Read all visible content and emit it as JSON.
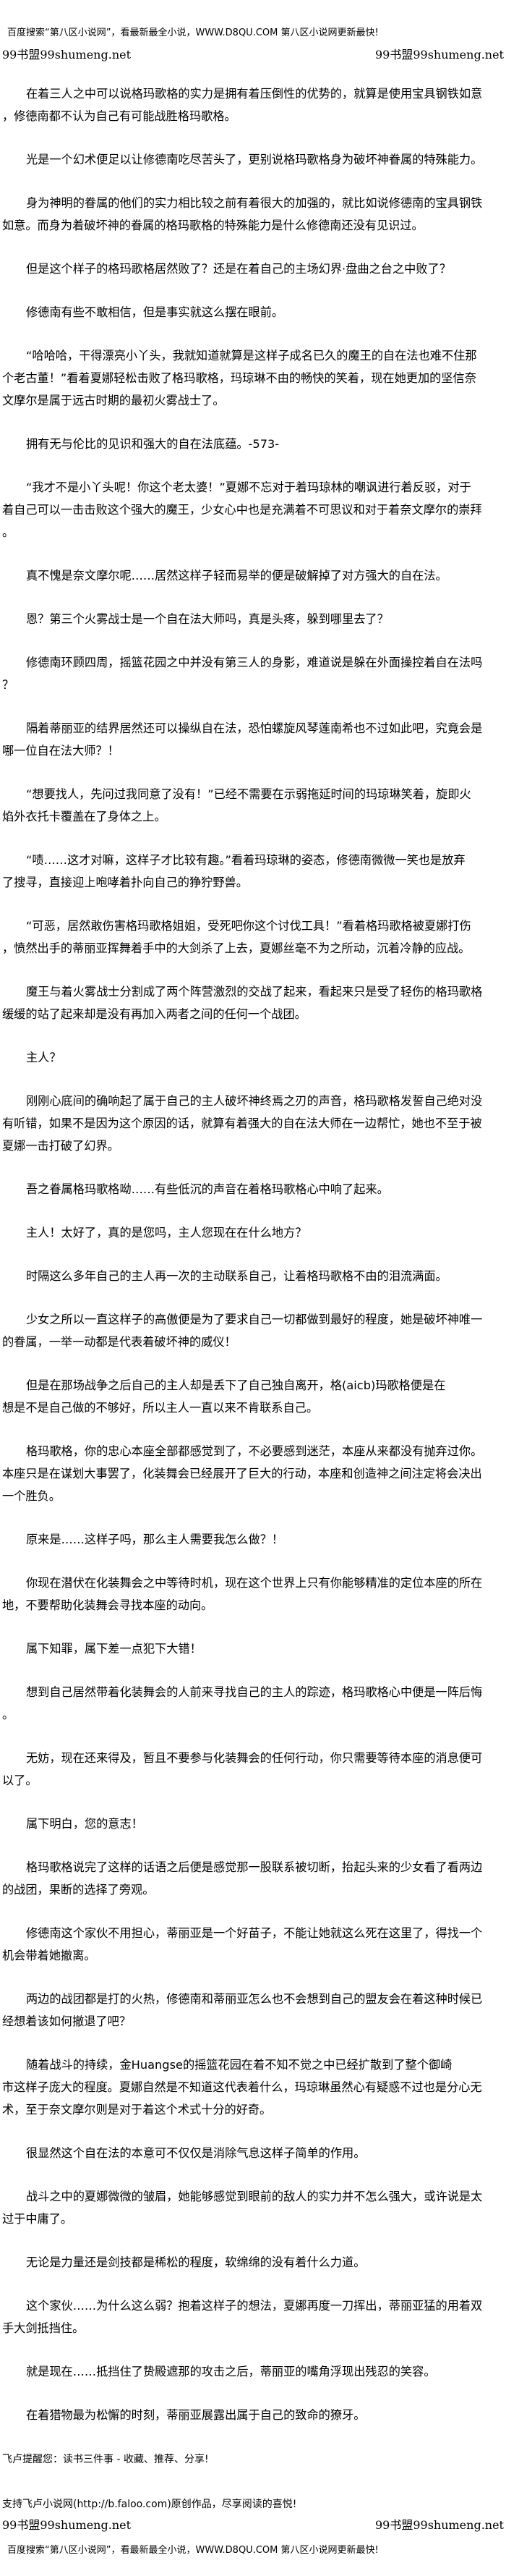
{
  "header": {
    "ad_text": "百度搜索“第八区小说网”，看最新最全小说，WWW.D8QU.COM  第八区小说网更新最快!",
    "brand_left": "99书盟99shumeng.net",
    "brand_right": "99书盟99shumeng.net"
  },
  "paragraphs": [
    {
      "lines": [
        "在着三人之中可以说格玛歌格的实力是拥有着压倒性的优势的，就算是使用宝具钢铁如意",
        "，修德南都不认为自己有可能战胜格玛歌格。"
      ]
    },
    {
      "lines": [
        "光是一个幻术便足以让修德南吃尽苦头了，更别说格玛歌格身为破坏神眷属的特殊能力。"
      ]
    },
    {
      "lines": [
        "身为神明的眷属的他们的实力相比较之前有着很大的加强的，就比如说修德南的宝具钢铁",
        "如意。而身为着破坏神的眷属的格玛歌格的特殊能力是什么修德南还没有见识过。"
      ]
    },
    {
      "lines": [
        "但是这个样子的格玛歌格居然败了？还是在着自己的主场幻界·盘曲之台之中败了？"
      ]
    },
    {
      "lines": [
        "修德南有些不敢相信，但是事实就这么摆在眼前。"
      ]
    },
    {
      "lines": [
        "“哈哈哈，干得漂亮小丫头，我就知道就算是这样子成名已久的魔王的自在法也难不住那",
        "个老古董！”看着夏娜轻松击败了格玛歌格，玛琼琳不由的畅快的笑着，现在她更加的坚信奈",
        "文摩尔是属于远古时期的最初火雾战士了。"
      ]
    },
    {
      "lines": [
        "拥有无与伦比的见识和强大的自在法底蕴。-573-"
      ]
    },
    {
      "lines": [
        "“我才不是小丫头呢！你这个老太婆！”夏娜不忘对于着玛琼林的嘲讽进行着反驳，对于",
        "着自己可以一击击败这个强大的魔王，少女心中也是充满着不可思议和对于着奈文摩尔的崇拜",
        "。"
      ]
    },
    {
      "lines": [
        "真不愧是奈文摩尔呢……居然这样子轻而易举的便是破解掉了对方强大的自在法。"
      ]
    },
    {
      "lines": [
        "恩？第三个火雾战士是一个自在法大师吗，真是头疼，躲到哪里去了？"
      ]
    },
    {
      "lines": [
        "修德南环顾四周，摇篮花园之中并没有第三人的身影，难道说是躲在外面操控着自在法吗",
        "？"
      ]
    },
    {
      "lines": [
        "隔着蒂丽亚的结界居然还可以操纵自在法，恐怕螺旋风琴莲南希也不过如此吧，究竟会是",
        "哪一位自在法大师？！"
      ]
    },
    {
      "lines": [
        "“想要找人，先问过我同意了没有！”已经不需要在示弱拖延时间的玛琼琳笑着，旋即火",
        "焰外衣托卡覆盖在了身体之上。"
      ]
    },
    {
      "lines": [
        "“啧……这才对嘛，这样子才比较有趣。”看着玛琼琳的姿态，修德南微微一笑也是放弃",
        "了搜寻，直接迎上咆哮着扑向自己的狰狞野兽。"
      ]
    },
    {
      "lines": [
        "“可恶，居然敢伤害格玛歌格姐姐，受死吧你这个讨伐工具！”看着格玛歌格被夏娜打伤",
        "，愤然出手的蒂丽亚挥舞着手中的大剑杀了上去，夏娜丝毫不为之所动，沉着冷静的应战。"
      ]
    },
    {
      "lines": [
        "魔王与着火雾战士分割成了两个阵营激烈的交战了起来，看起来只是受了轻伤的格玛歌格",
        "缓缓的站了起来却是没有再加入两者之间的任何一个战团。"
      ]
    },
    {
      "lines": [
        "主人？"
      ]
    },
    {
      "lines": [
        "刚刚心底间的确响起了属于自己的主人破坏神终焉之刃的声音，格玛歌格发誓自己绝对没",
        "有听错，如果不是因为这个原因的话，就算有着强大的自在法大师在一边帮忙，她也不至于被",
        "夏娜一击打破了幻界。"
      ]
    },
    {
      "lines": [
        "吾之眷属格玛歌格呦……有些低沉的声音在着格玛歌格心中响了起来。"
      ]
    },
    {
      "lines": [
        "主人！太好了，真的是您吗，主人您现在在什么地方？"
      ]
    },
    {
      "lines": [
        "时隔这么多年自己的主人再一次的主动联系自己，让着格玛歌格不由的泪流满面。"
      ]
    },
    {
      "lines": [
        "少女之所以一直这样子的高傲便是为了要求自己一切都做到最好的程度，她是破坏神唯一",
        "的眷属，一举一动都是代表着破坏神的威仪！"
      ]
    },
    {
      "lines": [
        "但是在那场战争之后自己的主人却是丢下了自己独自离开，格(aicb)玛歌格便是在",
        "想是不是自己做的不够好，所以主人一直以来不肯联系自己。"
      ]
    },
    {
      "lines": [
        "格玛歌格，你的忠心本座全部都感觉到了，不必要感到迷茫，本座从来都没有抛弃过你。",
        "本座只是在谋划大事罢了，化装舞会已经展开了巨大的行动，本座和创造神之间注定将会决出",
        "一个胜负。"
      ]
    },
    {
      "lines": [
        "原来是……这样子吗，那么主人需要我怎么做？！"
      ]
    },
    {
      "lines": [
        "你现在潜伏在化装舞会之中等待时机，现在这个世界上只有你能够精准的定位本座的所在",
        "地，不要帮助化装舞会寻找本座的动向。"
      ]
    },
    {
      "lines": [
        "属下知罪，属下差一点犯下大错！"
      ]
    },
    {
      "lines": [
        "想到自己居然带着化装舞会的人前来寻找自己的主人的踪迹，格玛歌格心中便是一阵后悔",
        "。"
      ]
    },
    {
      "lines": [
        "无妨，现在还来得及，暂且不要参与化装舞会的任何行动，你只需要等待本座的消息便可",
        "以了。"
      ]
    },
    {
      "lines": [
        "属下明白，您的意志！"
      ]
    },
    {
      "lines": [
        "格玛歌格说完了这样的话语之后便是感觉那一股联系被切断，抬起头来的少女看了看两边",
        "的战团，果断的选择了旁观。"
      ]
    },
    {
      "lines": [
        "修德南这个家伙不用担心，蒂丽亚是一个好苗子，不能让她就这么死在这里了，得找一个",
        "机会带着她撤离。"
      ]
    },
    {
      "lines": [
        "两边的战团都是打的火热，修德南和蒂丽亚怎么也不会想到自己的盟友会在着这种时候已",
        "经想着该如何撤退了吧？"
      ]
    },
    {
      "lines": [
        "随着战斗的持续，金Huangse的摇篮花园在着不知不觉之中已经扩散到了整个御崎",
        "市这样子庞大的程度。夏娜自然是不知道这代表着什么，玛琼琳虽然心有疑惑不过也是分心无",
        "术，至于奈文摩尔则是对于着这个术式十分的好奇。"
      ]
    },
    {
      "lines": [
        "很显然这个自在法的本意可不仅仅是消除气息这样子简单的作用。"
      ]
    },
    {
      "lines": [
        "战斗之中的夏娜微微的皱眉，她能够感觉到眼前的敌人的实力并不怎么强大，或许说是太",
        "过于中庸了。"
      ]
    },
    {
      "lines": [
        "无论是力量还是剑技都是稀松的程度，软绵绵的没有着什么力道。"
      ]
    },
    {
      "lines": [
        "这个家伙……为什么这么弱？抱着这样子的想法，夏娜再度一刀挥出，蒂丽亚猛的用着双",
        "手大剑抵挡住。"
      ]
    },
    {
      "lines": [
        "就是现在……抵挡住了贽殿遮那的攻击之后，蒂丽亚的嘴角浮现出残忍的笑容。"
      ]
    },
    {
      "lines": [
        "在着猎物最为松懈的时刻，蒂丽亚展露出属于自己的致命的獠牙。"
      ]
    }
  ],
  "footer": {
    "reminder": "飞卢提醒您：读书三件事 - 收藏、推荐、分享!",
    "support": "支持飞卢小说网(http://b.faloo.com)原创作品，尽享阅读的喜悦!",
    "brand_left": "99书盟99shumeng.net",
    "brand_right": "99书盟99shumeng.net",
    "ad_text": "百度搜索“第八区小说网”，看最新最全小说，WWW.D8QU.COM  第八区小说网更新最快!"
  }
}
